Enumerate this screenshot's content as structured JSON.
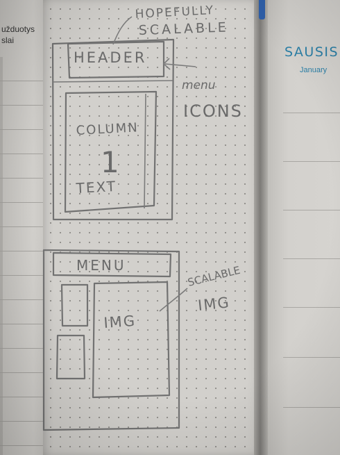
{
  "left_page": {
    "heading_line1": "užduotys",
    "heading_line2": "slai"
  },
  "right_page": {
    "month": "SAUSIS",
    "month_subtitle": "January",
    "accent_color": "#2b7fa6"
  },
  "sketch": {
    "note_top_line1": "HOPEFULLY",
    "note_top_line2": "SCALABLE",
    "header_label": "HEADER",
    "menu_note_line1": "menu",
    "menu_note_line2": "ICONS",
    "column_label_line1": "COLUMN",
    "column_label_line2": "1",
    "column_label_line3": "TEXT",
    "menu_label": "MENU",
    "scalable_img_line1": "SCALABLE",
    "scalable_img_line2": "IMG",
    "img_label": "IMG"
  },
  "bookmark_ribbon_color": "#2f5fa8"
}
